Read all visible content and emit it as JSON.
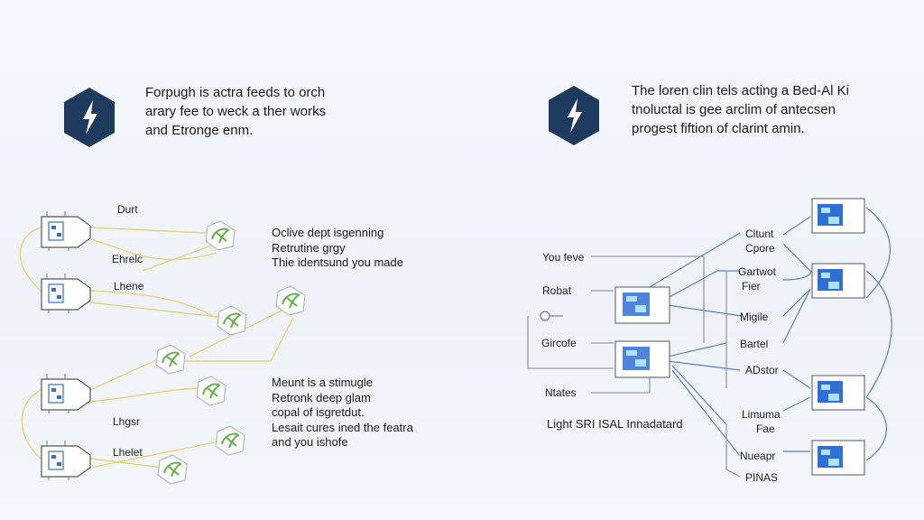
{
  "colors": {
    "hex_fill": "#1f3a5f",
    "wire_yellow": "#e3d57a",
    "wire_blue": "#5b7fc4",
    "wire_gray": "#7a7a7a",
    "leaf": "#5fb04a",
    "screen": "#2f6fd6"
  },
  "left": {
    "header_text": "Forpugh is actra feeds to orch\narary fee to weck a ther works\nand Etronge enm.",
    "icon": "lightning-icon",
    "device_labels": [
      "Durt",
      "Ehrelc",
      "Lhene",
      "Lhgsr",
      "Lhelet"
    ],
    "note_top": "Oclive dept isgenning\nRetrutine grgy\nThie identsund you made",
    "note_bottom": "Meunt is a stimugle\nRetronk deep glam\ncopal of isgretdut.\nLesait cures ined the featra\nand you ishofe"
  },
  "right": {
    "header_text": "The loren clin tels acting a Bed-Al Ki\ntnoluctal is gee arclim of antecsen\nprogest fiftion of clarint amin.",
    "icon": "lightning-icon",
    "left_labels": [
      "You feve",
      "Robat",
      "Gircofe",
      "Ntates"
    ],
    "bottom_label": "Light SRI ISAL Innadatard",
    "right_labels": [
      "Cltunt",
      "Cpore",
      "Gartwot",
      "Fier",
      "Migile",
      "Bartel",
      "ADstor",
      "Limuma",
      "Fae",
      "Nueapr",
      "PINAS"
    ]
  }
}
